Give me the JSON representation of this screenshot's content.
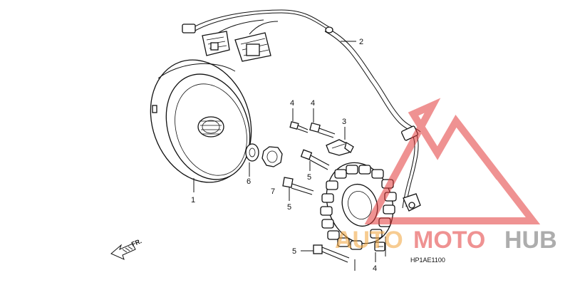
{
  "callouts": {
    "c1": "1",
    "c2": "2",
    "c3": "3",
    "c4a": "4",
    "c4b": "4",
    "c5a": "5",
    "c5b": "5",
    "c5c": "5",
    "c6": "6",
    "c7": "7",
    "c4c": "4"
  },
  "diagram_code": "HP1AE1100",
  "direction_label": "FR.",
  "watermark": {
    "text_part1": "AUTO",
    "text_part2": "MOTO",
    "text_part3": "HUB",
    "color_red": "#e23a3a",
    "color_orange": "#f2a33a",
    "color_gray": "#6b6b6b"
  }
}
